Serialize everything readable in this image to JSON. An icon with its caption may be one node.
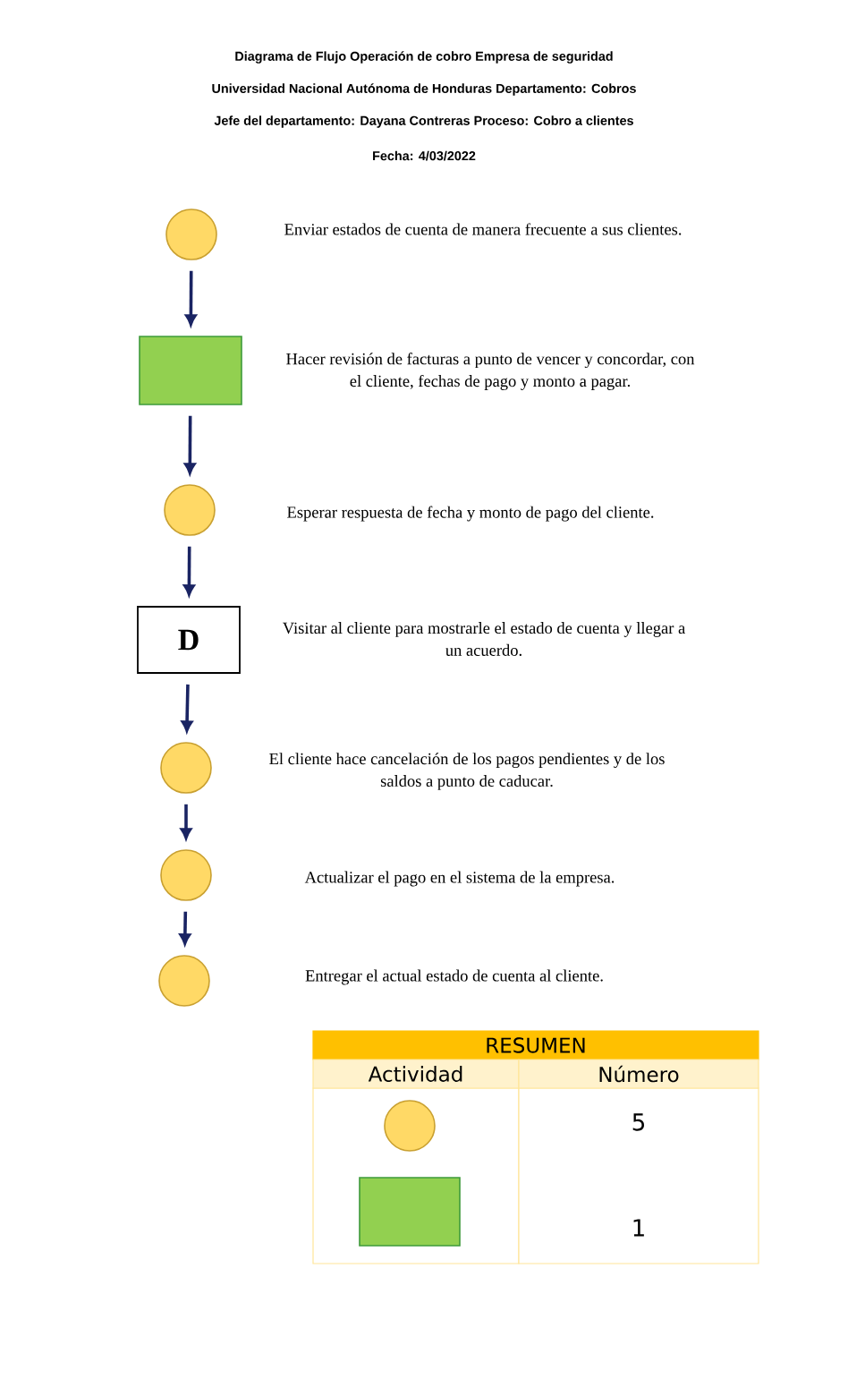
{
  "diagram": {
    "title": "Diagrama de Flujo Operación de cobro Empresa de seguridad",
    "nodes": [
      {
        "text": [],
        "shape": "circle"
      },
      {
        "text": [],
        "shape": "box"
      },
      {
        "text": [],
        "shape": "circle"
      },
      {
        "text": [
          "D"
        ]
      },
      {
        "text": [],
        "shape": "circle"
      },
      {
        "text": [],
        "shape": "circle"
      },
      {
        "text": [],
        "shape": "circle"
      }
    ],
    "edges": [
      {
        "from": 0,
        "to": 1,
        "arrow": "to"
      },
      {
        "from": 1,
        "to": 2,
        "arrow": "to"
      },
      {
        "from": 2,
        "to": 3,
        "arrow": "to"
      },
      {
        "from": 3,
        "to": 4,
        "arrow": "to"
      },
      {
        "from": 4,
        "to": 5,
        "arrow": "to"
      },
      {
        "from": 5,
        "to": 6,
        "arrow": "to"
      }
    ],
    "labels": [
      "Universidad Nacional Autónoma de Honduras Departamento: Cobros",
      "Jefe del departamento: Dayana Contreras Proceso: Cobro a clientes",
      "Fecha: 4/03/2022",
      "Enviar estados de cuenta de manera frecuente a sus clientes.",
      "Hacer revisión de facturas a punto de vencer y concordar, con el cliente, fechas de pago y monto a pagar.",
      "Esperar respuesta de fecha y monto de pago del cliente.",
      "Visitar al cliente para mostrarle el estado de cuenta y llegar a un acuerdo.",
      "El cliente hace cancelación de los pagos pendientes y de los saldos a punto de caducar.",
      "Actualizar el pago en el sistema de la empresa.",
      "Entregar el actual estado de cuenta al cliente.",
      "RESUMEN",
      "Actividad",
      "Número",
      "5",
      "1"
    ]
  }
}
